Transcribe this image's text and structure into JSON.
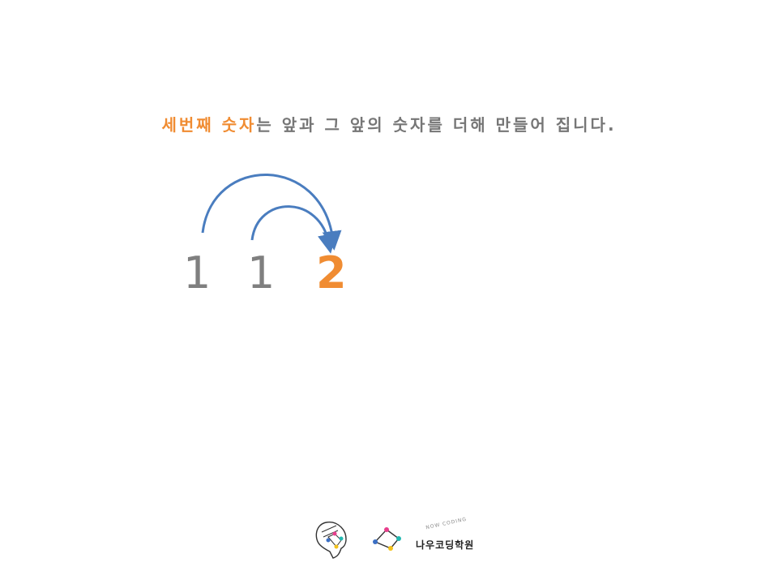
{
  "headline": {
    "accent": "세번째 숫자",
    "rest": "는 앞과 그 앞의 숫자를 더해 만들어 집니다."
  },
  "sequence": [
    "1",
    "1",
    "2"
  ],
  "colors": {
    "accent": "#f08c32",
    "text": "#767676",
    "arrow": "#4a7dbf"
  },
  "footer": {
    "brand_name": "나우코딩학원",
    "brand_sub": "NOW CODING"
  }
}
